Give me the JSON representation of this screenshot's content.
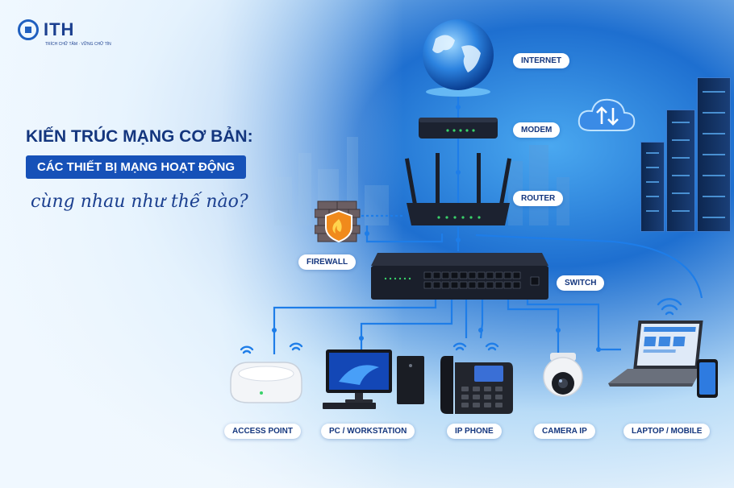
{
  "brand": {
    "name": "ITH",
    "tagline": "TRÍCH CHỮ TÂM · VỮNG CHỮ TÍN"
  },
  "heading": {
    "line1": "KIẾN TRÚC MẠNG CƠ BẢN:",
    "line2": "CÁC THIẾT BỊ MẠNG HOẠT ĐỘNG",
    "line3": "cùng nhau như thế nào?"
  },
  "nodes": {
    "internet": "INTERNET",
    "modem": "MODEM",
    "router": "ROUTER",
    "firewall": "FIREWALL",
    "switch": "SWITCH",
    "access_point": "ACCESS POINT",
    "pc": "PC / WORKSTATION",
    "ip_phone": "IP PHONE",
    "camera": "CAMERA IP",
    "laptop": "LAPTOP / MOBILE"
  },
  "colors": {
    "navy": "#14367e",
    "accent": "#1651b8",
    "link": "#1e7de8"
  }
}
